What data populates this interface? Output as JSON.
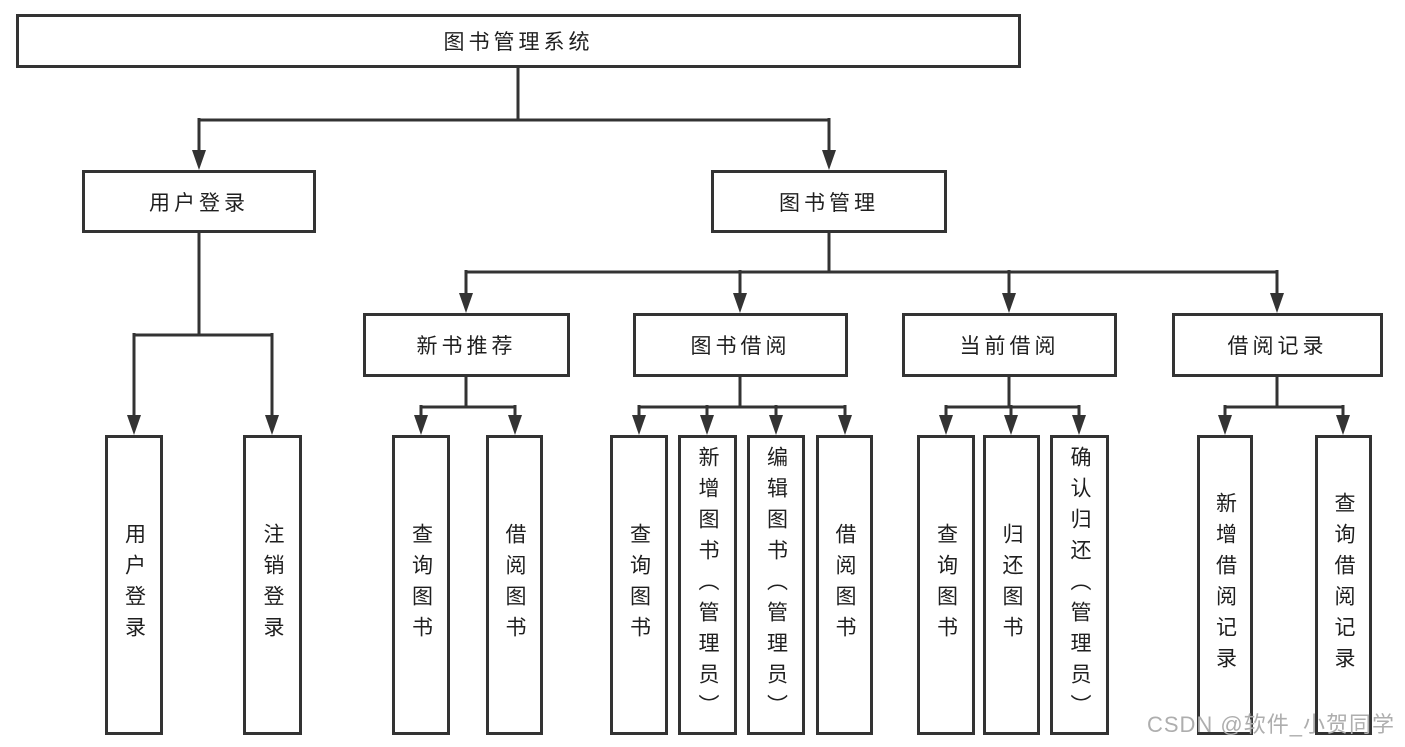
{
  "diagram": {
    "type": "tree",
    "title": "图书管理系统",
    "tree": {
      "root": "图书管理系统",
      "children": [
        {
          "label": "用户登录",
          "children": [
            {
              "label": "用户登录"
            },
            {
              "label": "注销登录"
            }
          ]
        },
        {
          "label": "图书管理",
          "children": [
            {
              "label": "新书推荐",
              "children": [
                {
                  "label": "查询图书"
                },
                {
                  "label": "借阅图书"
                }
              ]
            },
            {
              "label": "图书借阅",
              "children": [
                {
                  "label": "查询图书"
                },
                {
                  "label": "新增图书（管理员）"
                },
                {
                  "label": "编辑图书（管理员）"
                },
                {
                  "label": "借阅图书"
                }
              ]
            },
            {
              "label": "当前借阅",
              "children": [
                {
                  "label": "查询图书"
                },
                {
                  "label": "归还图书"
                },
                {
                  "label": "确认归还（管理员）"
                }
              ]
            },
            {
              "label": "借阅记录",
              "children": [
                {
                  "label": "新增借阅记录"
                },
                {
                  "label": "查询借阅记录"
                }
              ]
            }
          ]
        }
      ]
    }
  },
  "watermark": "CSDN @软件_小贺同学",
  "colors": {
    "line": "#333333",
    "box_border": "#333333",
    "text": "#1f1f1f",
    "background": "#ffffff",
    "watermark": "#aeaeae"
  }
}
